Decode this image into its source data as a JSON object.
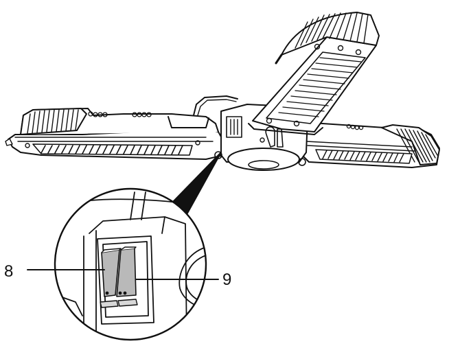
{
  "diagram": {
    "subject": "Three-arm heater, underside view with magnified switch detail",
    "stroke_color": "#111111",
    "switch_fill_color": "#b9b9b9",
    "background_color": "#ffffff",
    "callouts": [
      {
        "number": "8",
        "target": "left rocker switch"
      },
      {
        "number": "9",
        "target": "right rocker switch"
      }
    ]
  }
}
